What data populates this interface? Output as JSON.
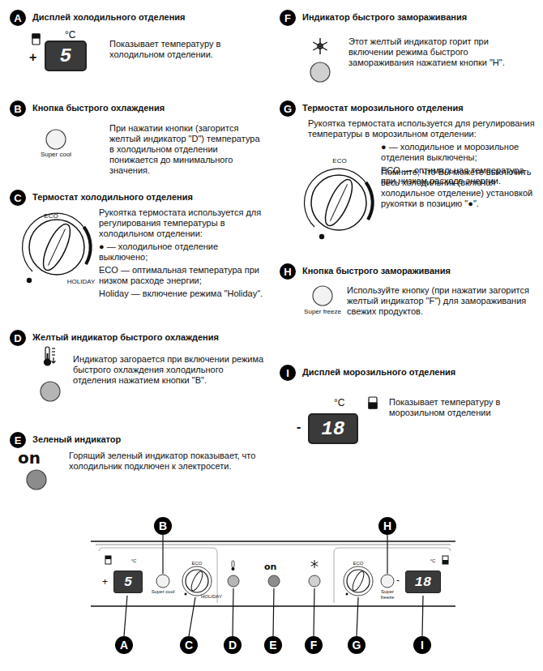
{
  "diagram": {
    "nodes": [
      {
        "text": [
          "A"
        ]
      },
      {
        "text": [
          "5"
        ]
      },
      {
        "text": [
          "B"
        ]
      },
      {
        "text": [
          "C"
        ]
      },
      {
        "text": [
          "D"
        ]
      },
      {
        "text": [
          "E"
        ]
      },
      {
        "text": [
          "F"
        ]
      },
      {
        "text": [
          "G"
        ]
      },
      {
        "text": [
          "H"
        ]
      },
      {
        "text": [
          "I"
        ]
      },
      {
        "text": [
          "18"
        ]
      },
      {
        "text": [
          "B"
        ]
      },
      {
        "text": [
          "H"
        ]
      },
      {
        "text": [
          "5"
        ]
      },
      {
        "text": [
          "18"
        ]
      },
      {
        "text": [
          "A"
        ]
      },
      {
        "text": [
          "C"
        ]
      },
      {
        "text": [
          "D"
        ]
      },
      {
        "text": [
          "E"
        ]
      },
      {
        "text": [
          "F"
        ]
      },
      {
        "text": [
          "G"
        ]
      },
      {
        "text": [
          "I"
        ]
      }
    ],
    "labels": [
      "Дисплей холодильного отделения",
      "°C",
      "+",
      "Показывает температуру в холодильном отделении.",
      "Кнопка быстрого охлаждения",
      "Super cool",
      "При нажатии кнопки (загорится желтый индикатор \"D\") температура в холодильном отделении понижается до минимального значения.",
      "Термостат холодильного отделения",
      "ECO",
      "HOLIDAY",
      "Рукоятка термостата используется для регулирования температуры в холодильном отделении:",
      "● — холодильное отделение выключено;",
      "ECO — оптимальная температура при низком расходе энергии;",
      "Holiday — включение режима \"Holiday\".",
      "Желтый индикатор быстрого охлаждения",
      "Индикатор загорается при включении режима быстрого охлаждения холодильного отделения нажатием кнопки \"В\".",
      "Зеленый индикатор",
      "on",
      "Горящий зеленый индикатор показывает, что холодильник подключен к электросети.",
      "Индикатор быстрого замораживания",
      "Этот желтый индикатор горит при включении режима быстрого замораживания нажатием кнопки \"Н\".",
      "Термостат морозильного отделения",
      "Рукоятка термостата используется для регулирования температуры в морозильном отделении:",
      "● — холодильное и морозильное отделения выключены;",
      "ECO — оптимальная температура при низком расходе энергии.",
      "ECO",
      "Помните, что Вы можете выключить весь холодильник (включая холодильное отделение) установкой рукоятки в позицию \"●\".",
      "Кнопка быстрого замораживания",
      "Super freeze",
      "Используйте кнопку (при нажатии загорится желтый индикатор \"F\") для замораживания свежих продуктов.",
      "Дисплей морозильного отделения",
      "°C",
      "-",
      "Показывает температуру в морозильном отделении",
      "°C",
      "+",
      "Super cool",
      "ECO",
      "HOLIDAY",
      "on",
      "ECO",
      "°C",
      "-",
      "Super freeze"
    ]
  }
}
